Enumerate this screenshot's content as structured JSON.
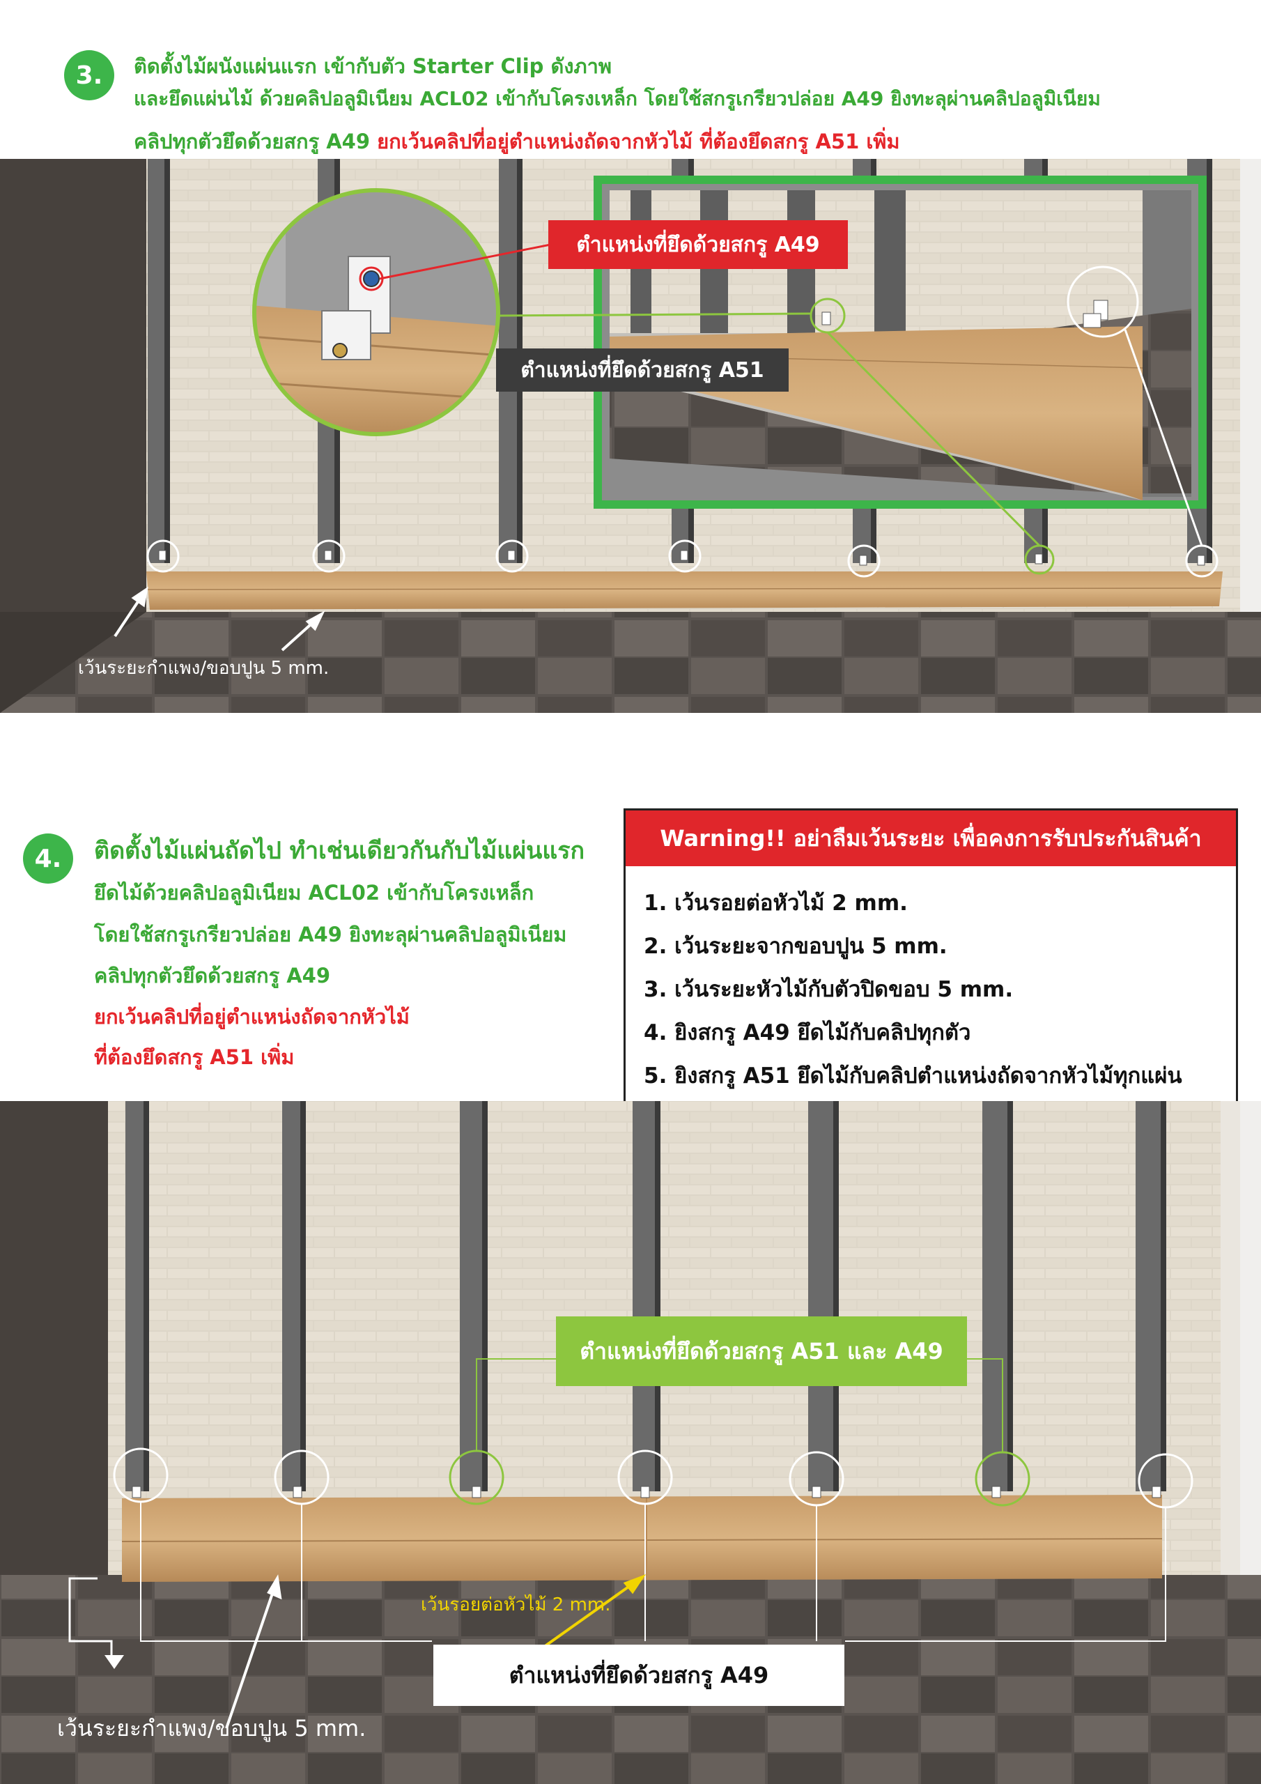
{
  "step3": {
    "number": "3.",
    "line1": "ติดตั้งไม้ผนังแผ่นแรก เข้ากับตัว Starter Clip ดังภาพ",
    "line2": "และยึดแผ่นไม้ ด้วยคลิปอลูมิเนียม ACL02 เข้ากับโครงเหล็ก โดยใช้สกรูเกรียวปล่อย A49 ยิงทะลุผ่านคลิปอลูมิเนียม",
    "line3_green": "คลิปทุกตัวยึดด้วยสกรู A49",
    "line3_red": "ยกเว้นคลิปที่อยู่ตำแหน่งถัดจากหัวไม้ ที่ต้องยึดสกรู A51 เพิ่ม",
    "label_a49": "ตำแหน่งที่ยึดด้วยสกรู A49",
    "label_a51": "ตำแหน่งที่ยึดด้วยสกรู A51",
    "gap_note": "เว้นระยะกำแพง/ขอบปูน 5 mm."
  },
  "step4": {
    "number": "4.",
    "title": "ติดตั้งไม้แผ่นถัดไป ทำเช่นเดียวกันกับไม้แผ่นแรก",
    "lines_green": [
      "ยึดไม้ด้วยคลิปอลูมิเนียม ACL02 เข้ากับโครงเหล็ก",
      "โดยใช้สกรูเกรียวปล่อย A49 ยิงทะลุผ่านคลิปอลูมิเนียม",
      "คลิปทุกตัวยึดด้วยสกรู A49"
    ],
    "lines_red": [
      "ยกเว้นคลิปที่อยู่ตำแหน่งถัดจากหัวไม้",
      "ที่ต้องยึดสกรู A51 เพิ่ม"
    ],
    "label_a51_a49": "ตำแหน่งที่ยึดด้วยสกรู A51 และ A49",
    "label_a49": "ตำแหน่งที่ยึดด้วยสกรู  A49",
    "joint_note": "เว้นรอยต่อหัวไม้ 2 mm.",
    "gap_note": "เว้นระยะกำแพง/ขอบปูน 5 mm."
  },
  "warning": {
    "header": "Warning!! อย่าลืมเว้นระยะ เพื่อคงการรับประกันสินค้า",
    "items": [
      "1. เว้นรอยต่อหัวไม้ 2 mm.",
      "2. เว้นระยะจากขอบปูน 5 mm.",
      "3. เว้นระยะหัวไม้กับตัวปิดขอบ 5 mm.",
      "4.  ยิงสกรู A49 ยึดไม้กับคลิปทุกตัว",
      "5. ยิงสกรู A51 ยึดไม้กับคลิปตำแหน่งถัดจากหัวไม้ทุกแผ่น"
    ]
  },
  "colors": {
    "green": "#3aa935",
    "red": "#e5262b",
    "lime": "#8dc63f",
    "dark_label": "#3c3c3c"
  }
}
